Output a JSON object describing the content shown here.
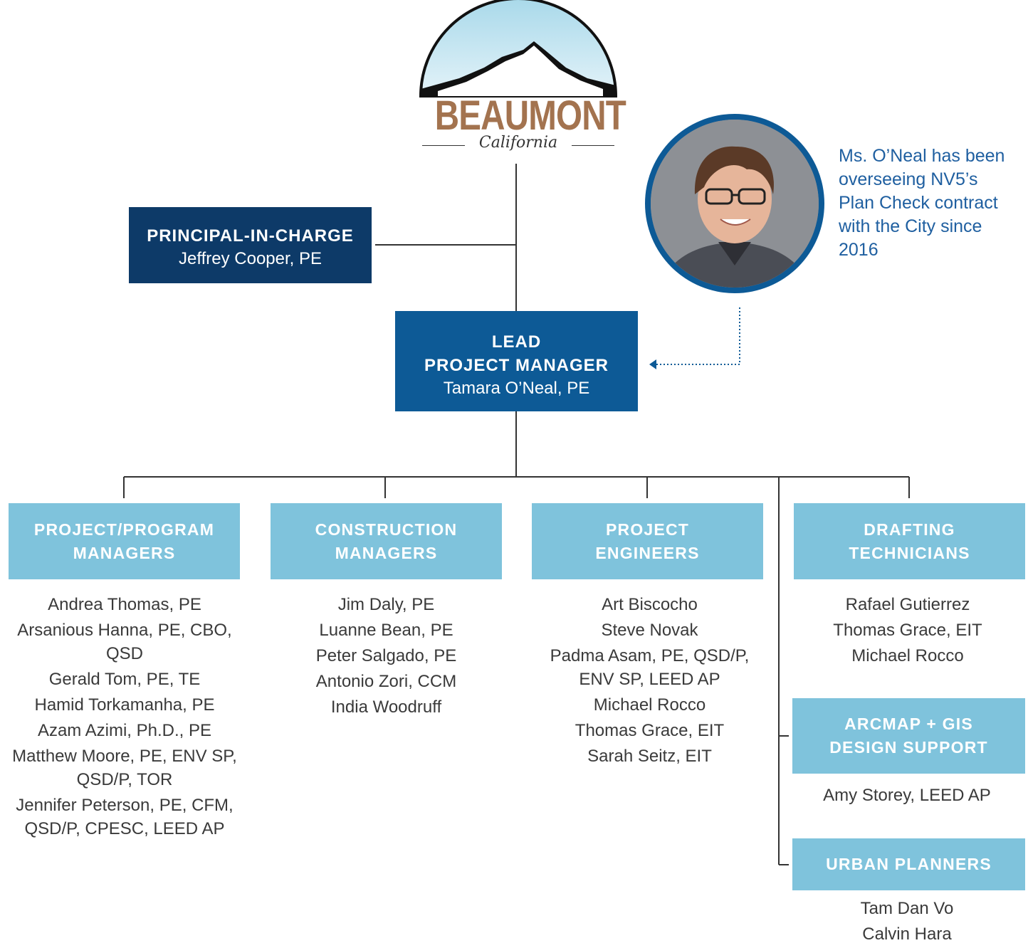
{
  "logo": {
    "name": "BEAUMONT",
    "sub": "California"
  },
  "principal": {
    "title": "PRINCIPAL-IN-CHARGE",
    "name": "Jeffrey Cooper, PE"
  },
  "lead": {
    "title_line1": "LEAD",
    "title_line2": "PROJECT MANAGER",
    "name": "Tamara O’Neal, PE"
  },
  "callout": "Ms. O’Neal has been overseeing NV5’s Plan Check contract with the City since 2016",
  "departments": [
    {
      "title_line1": "PROJECT/PROGRAM",
      "title_line2": "MANAGERS",
      "members": [
        "Andrea Thomas, PE",
        "Arsanious Hanna, PE, CBO, QSD",
        "Gerald Tom, PE, TE",
        "Hamid Torkamanha, PE",
        "Azam Azimi, Ph.D., PE",
        "Matthew Moore, PE, ENV SP, QSD/P, TOR",
        "Jennifer Peterson, PE, CFM, QSD/P, CPESC, LEED AP"
      ]
    },
    {
      "title_line1": "CONSTRUCTION",
      "title_line2": "MANAGERS",
      "members": [
        "Jim Daly, PE",
        "Luanne Bean, PE",
        "Peter Salgado, PE",
        "Antonio Zori, CCM",
        "India Woodruff"
      ]
    },
    {
      "title_line1": "PROJECT",
      "title_line2": "ENGINEERS",
      "members": [
        "Art Biscocho",
        "Steve Novak",
        "Padma Asam, PE, QSD/P, ENV SP, LEED AP",
        "Michael Rocco",
        "Thomas Grace, EIT",
        "Sarah Seitz, EIT"
      ]
    },
    {
      "title_line1": "DRAFTING",
      "title_line2": "TECHNICIANS",
      "members": [
        "Rafael Gutierrez",
        "Thomas Grace, EIT",
        "Michael Rocco"
      ]
    },
    {
      "title_line1": "ARCMAP + GIS",
      "title_line2": "DESIGN SUPPORT",
      "members": [
        "Amy Storey, LEED AP"
      ]
    },
    {
      "title_line1": "URBAN PLANNERS",
      "title_line2": "",
      "members": [
        "Tam Dan Vo",
        "Calvin Hara"
      ]
    }
  ],
  "colors": {
    "navy": "#0d3a68",
    "blue": "#0d5a96",
    "light_blue": "#7fc3dc",
    "logo_brown": "#a3734f",
    "callout_text": "#1f5fa0"
  }
}
